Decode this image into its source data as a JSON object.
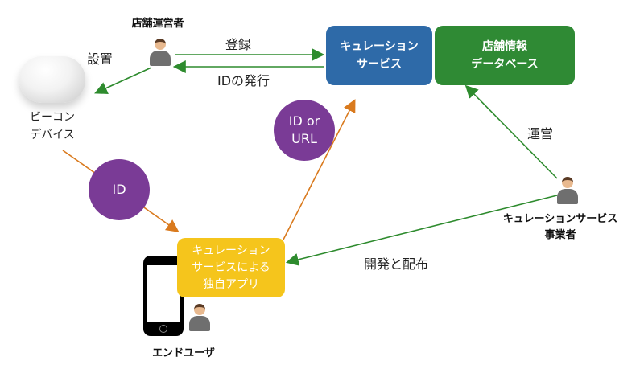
{
  "nodes": {
    "curation_service": "キュレーション\nサービス",
    "store_db": "店舗情報\nデータベース",
    "beacon_device": "ビーコン\nデバイス",
    "custom_app": "キュレーション\nサービスによる\n独自アプリ"
  },
  "actors": {
    "store_operator": "店舗運営者",
    "curation_provider": "キュレーションサービス\n事業者",
    "end_user": "エンドユーザ"
  },
  "edges": {
    "install": "設置",
    "register": "登録",
    "issue_id": "IDの発行",
    "operate": "運営",
    "develop_distribute": "開発と配布"
  },
  "badges": {
    "id": "ID",
    "id_or_url": "ID or\nURL"
  },
  "colors": {
    "service_blue": "#2e6aa8",
    "db_green": "#2f8a34",
    "app_yellow": "#f5c51c",
    "badge_purple": "#7a3b96",
    "arrow_green": "#2e8b2e",
    "arrow_orange": "#d97a1e"
  }
}
